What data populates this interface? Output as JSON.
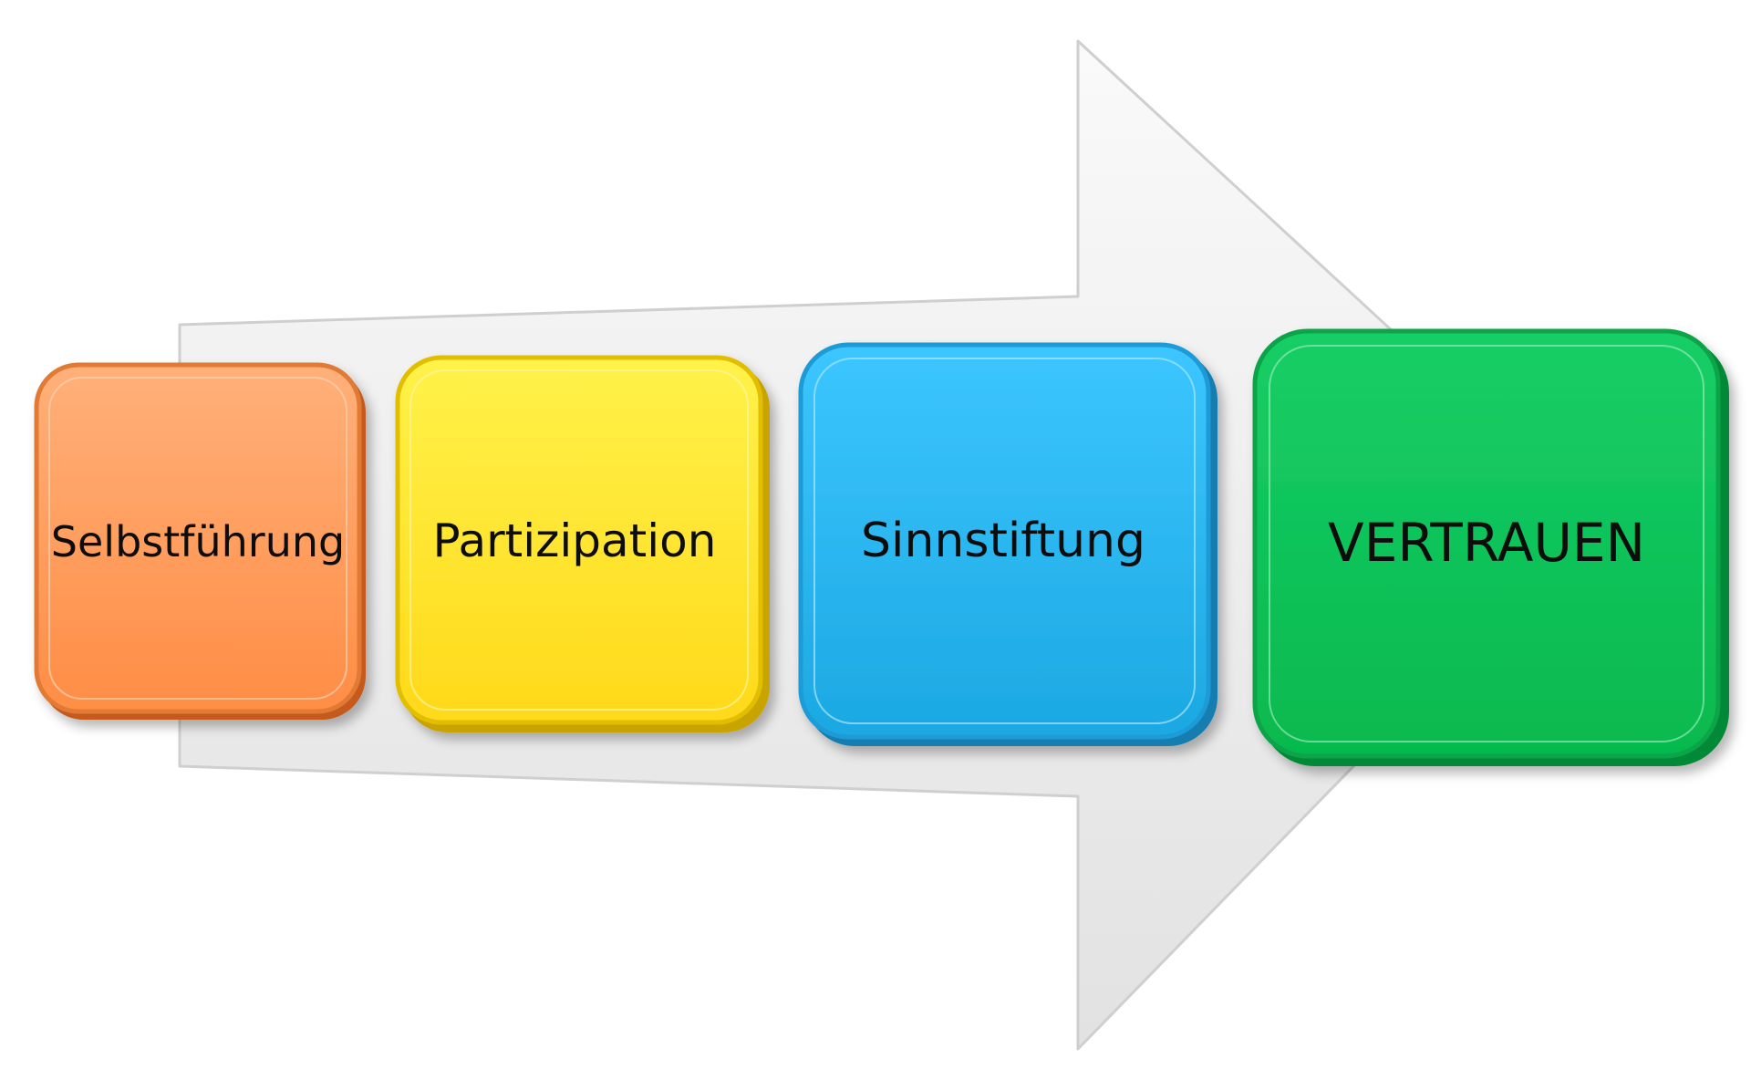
{
  "steps": [
    {
      "label": "Selbstführung",
      "color": "#FF9A57"
    },
    {
      "label": "Partizipation",
      "color": "#FFE21F"
    },
    {
      "label": "Sinnstiftung",
      "color": "#2EB7EC"
    },
    {
      "label": "VERTRAUEN",
      "color": "#0CC457"
    }
  ],
  "arrow_color": "#EBEBEB"
}
